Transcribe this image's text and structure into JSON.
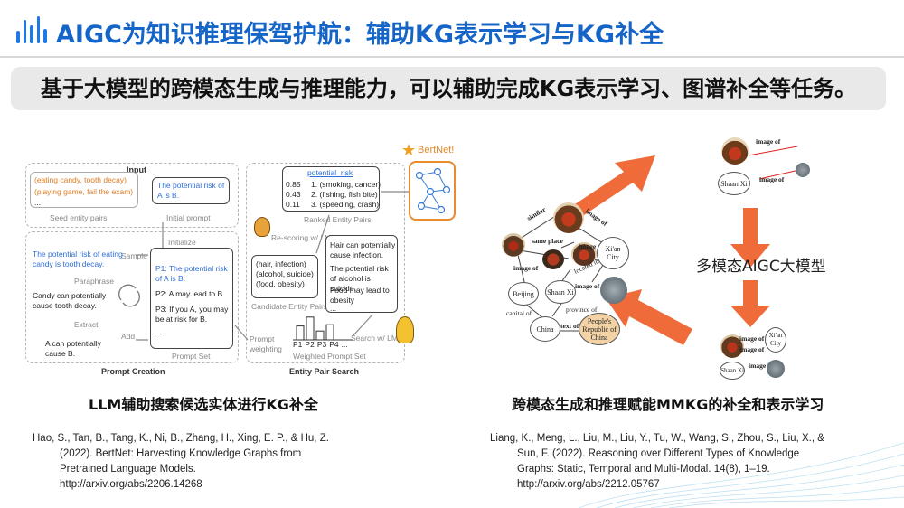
{
  "header": {
    "logo_icon": "audio-bars-icon",
    "title": "AIGC为知识推理保驾护航：辅助KG表示学习与KG补全",
    "accent_color": "#1565c8"
  },
  "banner": {
    "text": "基于大模型的跨模态生成与推理能力，可以辅助完成KG表示学习、图谱补全等任务。"
  },
  "left_figure": {
    "input_title": "Input",
    "seed_pairs": [
      "(eating candy, tooth decay)",
      "(playing game, fail the exam)",
      "..."
    ],
    "seed_label": "Seed entity pairs",
    "initial_prompt_text": "The potential risk of A is B.",
    "initial_prompt_label": "Initial prompt",
    "initialize_label": "Initialize",
    "sample_label": "Sample",
    "paraphrase_label": "Paraphrase",
    "extract_label": "Extract",
    "add_label": "Add",
    "creation_blue": "The potential risk of eating candy is tooth decay.",
    "creation_mid": "Candy can potentially cause tooth decay.",
    "creation_low": "A can potentially cause B.",
    "prompt_set": [
      "P1: The potential risk of A is B.",
      "P2: A may lead to B.",
      "P3: If you A, you may be at risk for B.",
      "..."
    ],
    "prompt_set_label": "Prompt Set",
    "prompt_creation_title": "Prompt Creation",
    "ranked_title": "potential_risk",
    "ranked_scores": [
      "0.85",
      "0.43",
      "0.11"
    ],
    "ranked_items": [
      "1. (smoking, cancer)",
      "2. (fishing, fish bite)",
      "3. (speeding, crash)",
      "..."
    ],
    "ranked_label": "Ranked Entity Pairs",
    "rescoring_label": "Re-scoring w/ LM",
    "candidates": [
      "(hair, infection)",
      "(alcohol, suicide)",
      "(food, obesity)",
      "..."
    ],
    "candidates_label": "Candidate Entity Pairs",
    "sentences": [
      "Hair can potentially cause infection.",
      "The potential risk of alcohol is suicide.",
      "Food may lead to obesity",
      "..."
    ],
    "search_label": "Search w/ LM",
    "prompt_weighting_label": "Prompt weighting",
    "bar_ticks": [
      "P1",
      "P2",
      "P3",
      "P4",
      "..."
    ],
    "bar_weights": [
      0.55,
      0.9,
      0.35,
      0.6
    ],
    "weighted_label": "Weighted Prompt Set",
    "entity_search_title": "Entity Pair Search",
    "bertnet_label": "BertNet!"
  },
  "right_figure": {
    "top_edges": [
      "image of",
      "image of"
    ],
    "top_node": "Shaan Xi",
    "graph_edges": [
      "similar",
      "image of",
      "same place",
      "image of",
      "image of",
      "located in",
      "image of",
      "capital of",
      "province of",
      "text of"
    ],
    "graph_nodes": [
      "Xi'an City",
      "Shaan Xi",
      "Beijing",
      "China",
      "People's Republic of China"
    ],
    "model_label": "多模态AIGC大模型",
    "bottom_edges": [
      "image of",
      "image of",
      "image of"
    ],
    "bottom_nodes": [
      "Xi'an City",
      "Shaan Xi"
    ],
    "arrow_color": "#ef6b3a"
  },
  "captions": {
    "left": "LLM辅助搜索候选实体进行KG补全",
    "right": "跨模态生成和推理赋能MMKG的补全和表示学习"
  },
  "references": {
    "left": [
      "Hao, S., Tan, B., Tang, K., Ni, B., Zhang, H., Xing, E. P., & Hu, Z.",
      "(2022). BertNet: Harvesting Knowledge Graphs from",
      "Pretrained Language Models.",
      "http://arxiv.org/abs/2206.14268"
    ],
    "right": [
      "Liang, K., Meng, L., Liu, M., Liu, Y., Tu, W., Wang, S., Zhou, S., Liu, X., &",
      "Sun, F. (2022). Reasoning over Different Types of Knowledge",
      "Graphs: Static, Temporal and Multi-Modal. 14(8), 1–19.",
      "http://arxiv.org/abs/2212.05767"
    ]
  }
}
